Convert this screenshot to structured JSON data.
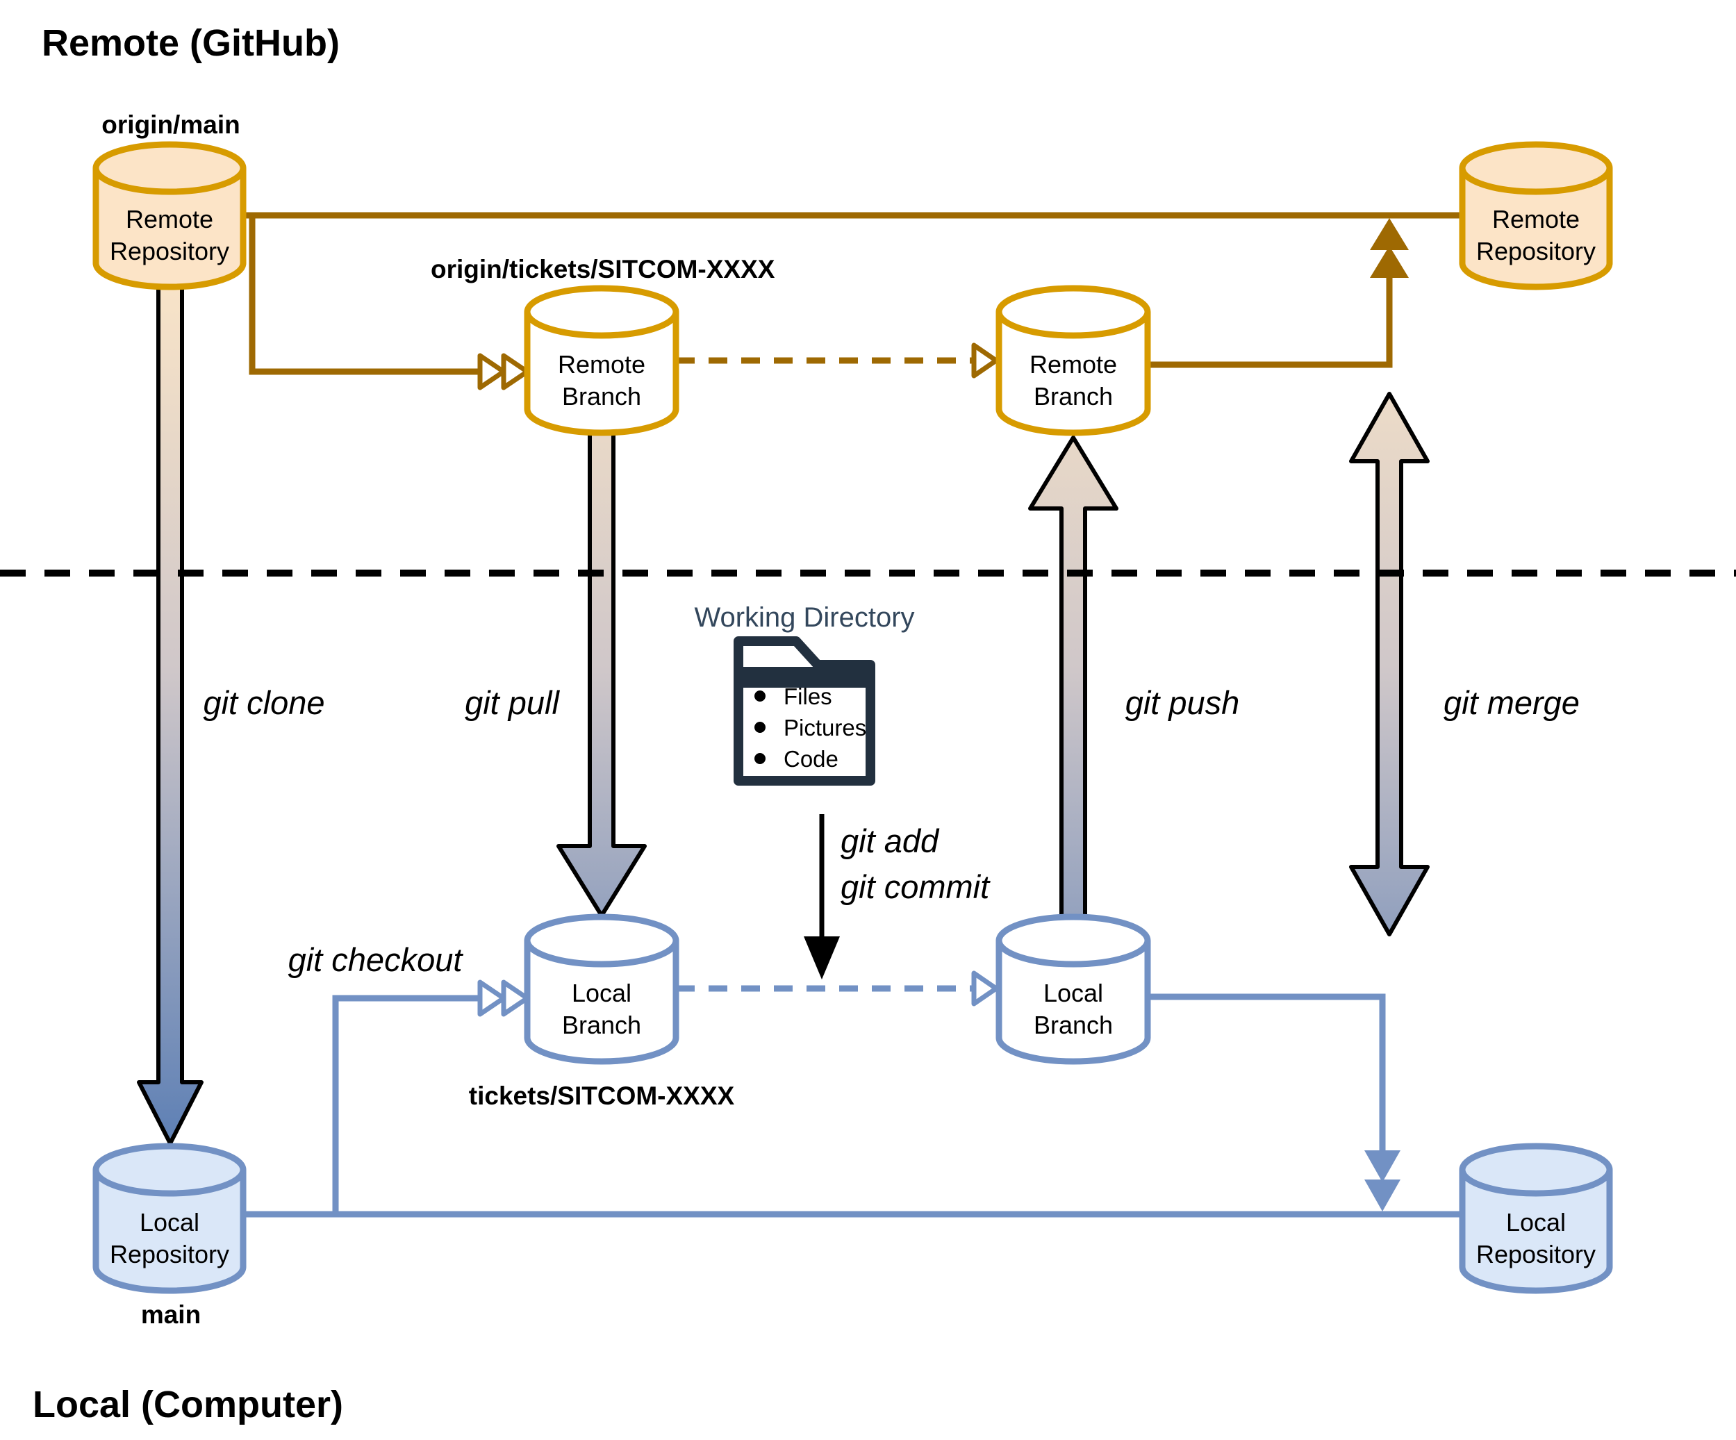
{
  "titles": {
    "remote": "Remote (GitHub)",
    "local": "Local (Computer)"
  },
  "nodes": {
    "remote_repo_left": {
      "line1": "Remote",
      "line2": "Repository",
      "tag": "origin/main"
    },
    "remote_branch_1": {
      "line1": "Remote",
      "line2": "Branch",
      "tag": "origin/tickets/SITCOM-XXXX"
    },
    "remote_branch_2": {
      "line1": "Remote",
      "line2": "Branch"
    },
    "remote_repo_right": {
      "line1": "Remote",
      "line2": "Repository"
    },
    "local_branch_1": {
      "line1": "Local",
      "line2": "Branch",
      "tag": "tickets/SITCOM-XXXX"
    },
    "local_branch_2": {
      "line1": "Local",
      "line2": "Branch"
    },
    "local_repo_left": {
      "line1": "Local",
      "line2": "Repository",
      "tag": "main"
    },
    "local_repo_right": {
      "line1": "Local",
      "line2": "Repository"
    }
  },
  "working_directory": {
    "title": "Working Directory",
    "items": [
      "Files",
      "Pictures",
      "Code"
    ]
  },
  "commands": {
    "clone": "git clone",
    "pull": "git pull",
    "push": "git push",
    "merge": "git merge",
    "checkout": "git checkout",
    "add": "git add",
    "commit": "git commit"
  },
  "colors": {
    "remote_fill": "#FCE4C7",
    "remote_stroke": "#D79B00",
    "remote_line": "#9E6902",
    "local_fill": "#DAE7F8",
    "local_stroke": "#7291C4",
    "folder": "#22303F",
    "wd_title": "#33475C",
    "arrow_gradient_top": "#F9E4C8",
    "arrow_gradient_mid": "#CFC7C9",
    "arrow_gradient_bottom": "#5B7EB4",
    "separator": "#000000"
  }
}
